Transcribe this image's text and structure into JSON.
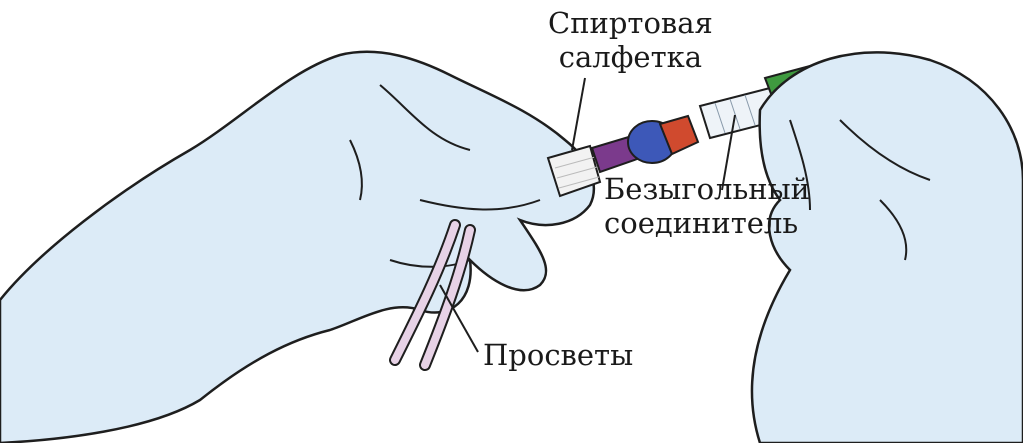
{
  "labels": {
    "alcohol_wipe": [
      "Спиртовая",
      "салфетка"
    ],
    "needleless_connector": [
      "Безыгольный",
      "соединитель"
    ],
    "lumens": "Просветы"
  },
  "colors": {
    "glove": "#dcebf7",
    "glove_outline": "#1e1e1e",
    "tube": "#e7d2e6",
    "purple_hub": "#7b3a8c",
    "blue_cap": "#3d58b8",
    "red_cap": "#d04a2e",
    "green_cap": "#3f9a3f",
    "wipe": "#f2f2f2"
  }
}
